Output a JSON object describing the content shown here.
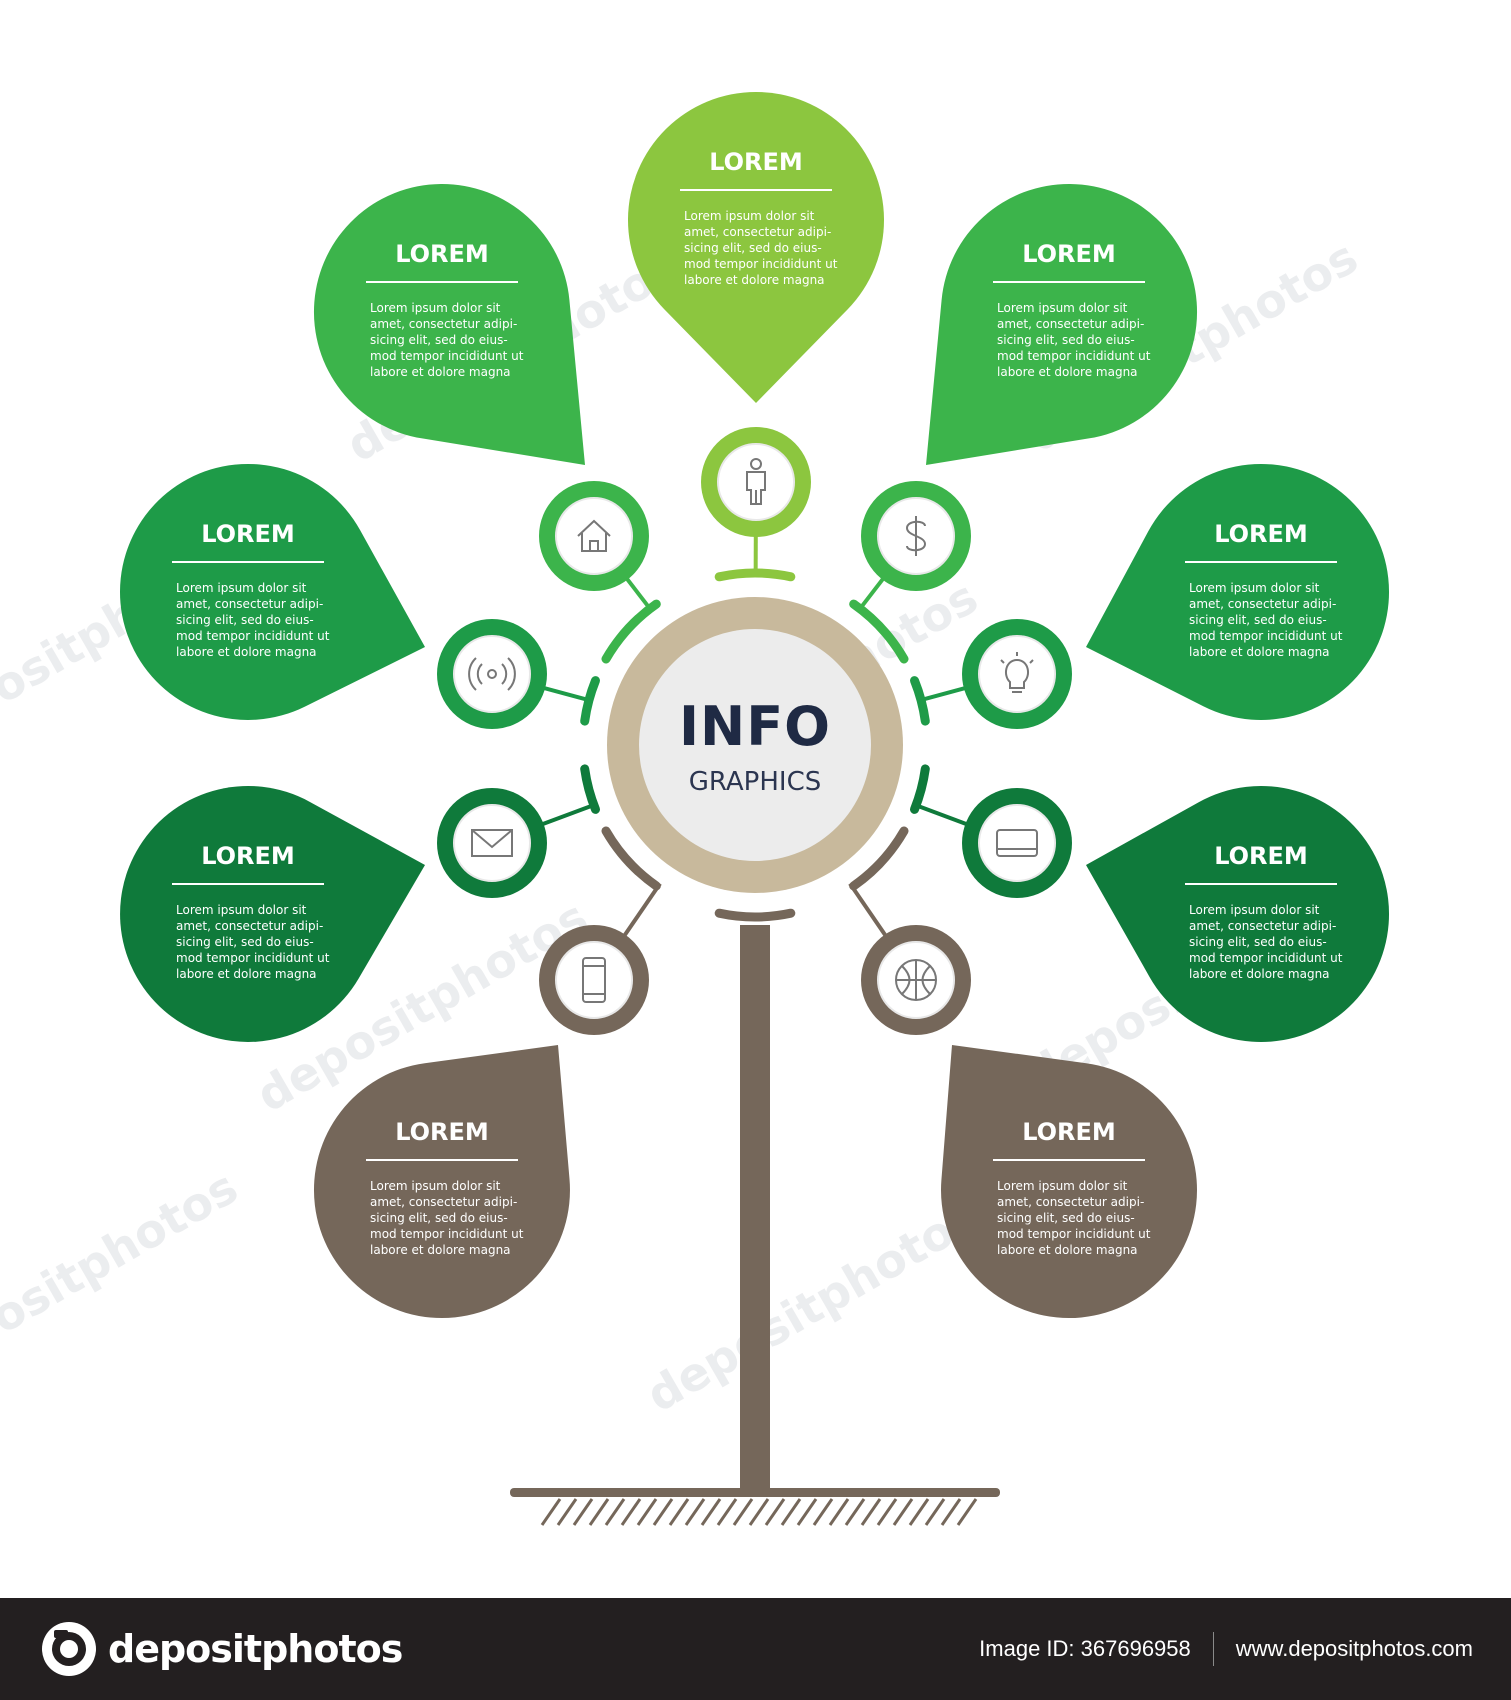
{
  "center": {
    "title": "INFO",
    "subtitle": "GRAPHICS"
  },
  "petals": [
    {
      "title": "LOREM",
      "lines": [
        "Lorem ipsum dolor sit",
        "amet, consectetur adipi-",
        "sicing elit, sed do eius-",
        "mod tempor incididunt ut",
        "labore et dolore magna"
      ],
      "color": "#3cb44b",
      "icon": "home-icon"
    },
    {
      "title": "LOREM",
      "lines": [
        "Lorem ipsum dolor sit",
        "amet, consectetur adipi-",
        "sicing elit, sed do eius-",
        "mod tempor incididunt ut",
        "labore et dolore magna"
      ],
      "color": "#8cc63f",
      "icon": "person-icon"
    },
    {
      "title": "LOREM",
      "lines": [
        "Lorem ipsum dolor sit",
        "amet, consectetur adipi-",
        "sicing elit, sed do eius-",
        "mod tempor incididunt ut",
        "labore et dolore magna"
      ],
      "color": "#3cb44b",
      "icon": "dollar-icon"
    },
    {
      "title": "LOREM",
      "lines": [
        "Lorem ipsum dolor sit",
        "amet, consectetur adipi-",
        "sicing elit, sed do eius-",
        "mod tempor incididunt ut",
        "labore et dolore magna"
      ],
      "color": "#1e9b48",
      "icon": "signal-icon"
    },
    {
      "title": "LOREM",
      "lines": [
        "Lorem ipsum dolor sit",
        "amet, consectetur adipi-",
        "sicing elit, sed do eius-",
        "mod tempor incididunt ut",
        "labore et dolore magna"
      ],
      "color": "#1e9b48",
      "icon": "lightbulb-icon"
    },
    {
      "title": "LOREM",
      "lines": [
        "Lorem ipsum dolor sit",
        "amet, consectetur adipi-",
        "sicing elit, sed do eius-",
        "mod tempor incididunt ut",
        "labore et dolore magna"
      ],
      "color": "#0f7a3b",
      "icon": "envelope-icon"
    },
    {
      "title": "LOREM",
      "lines": [
        "Lorem ipsum dolor sit",
        "amet, consectetur adipi-",
        "sicing elit, sed do eius-",
        "mod tempor incididunt ut",
        "labore et dolore magna"
      ],
      "color": "#0f7a3b",
      "icon": "card-icon"
    },
    {
      "title": "LOREM",
      "lines": [
        "Lorem ipsum dolor sit",
        "amet, consectetur adipi-",
        "sicing elit, sed do eius-",
        "mod tempor incididunt ut",
        "labore et dolore magna"
      ],
      "color": "#75675a",
      "icon": "smartphone-icon"
    },
    {
      "title": "LOREM",
      "lines": [
        "Lorem ipsum dolor sit",
        "amet, consectetur adipi-",
        "sicing elit, sed do eius-",
        "mod tempor incididunt ut",
        "labore et dolore magna"
      ],
      "color": "#75675a",
      "icon": "basketball-icon"
    }
  ],
  "colors": {
    "trunk": "#75675a",
    "ring": "#c8b99c",
    "arcLight": "#8cc63f",
    "arcMid": "#3cb44b",
    "arcDark": "#1e9b48",
    "arcDeep": "#0f7a3b",
    "arcBrown": "#75675a"
  },
  "watermark": "depositphotos",
  "footer": {
    "brand": "depositphotos",
    "image_id": "Image ID: 367696958",
    "site": "www.depositphotos.com"
  }
}
